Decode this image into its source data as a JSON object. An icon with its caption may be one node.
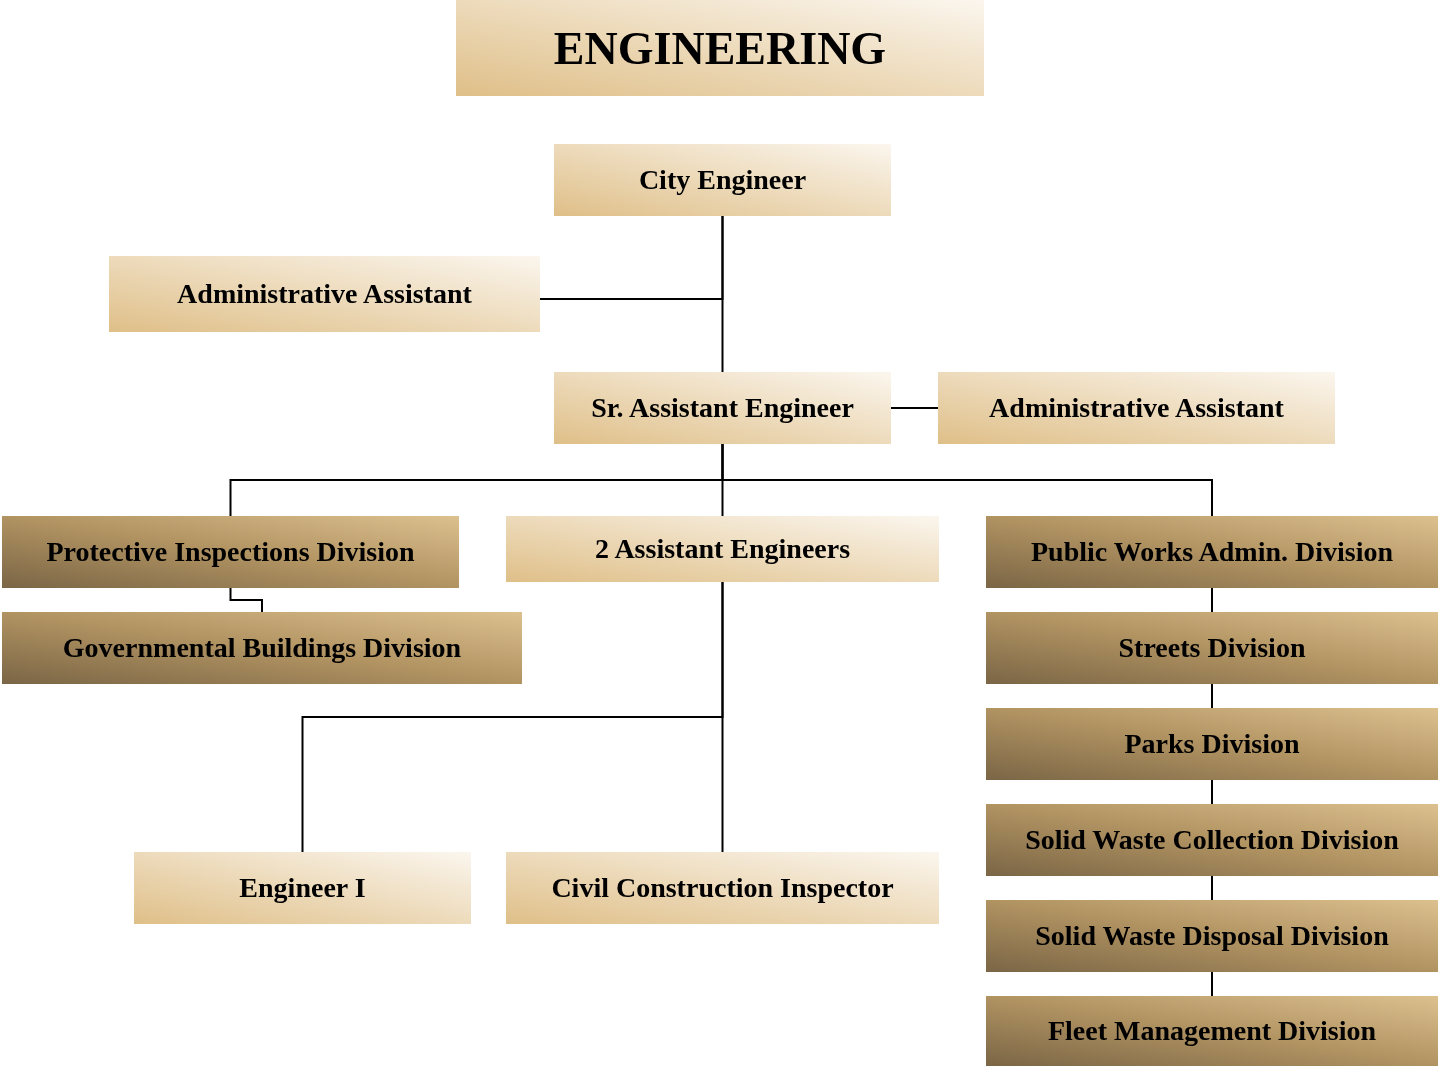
{
  "diagram": {
    "title": "ENGINEERING",
    "nodes": [
      {
        "text": [
          "City Engineer"
        ]
      },
      {
        "text": [
          "Administrative Assistant"
        ]
      },
      {
        "text": [
          "Sr. Assistant Engineer"
        ]
      },
      {
        "text": [
          "Administrative Assistant"
        ]
      },
      {
        "text": [
          "Protective Inspections Division"
        ]
      },
      {
        "text": [
          "2 Assistant Engineers"
        ]
      },
      {
        "text": [
          "Public Works Admin. Division"
        ]
      },
      {
        "text": [
          "Governmental Buildings Division"
        ]
      },
      {
        "text": [
          "Streets Division"
        ]
      },
      {
        "text": [
          "Parks Division"
        ]
      },
      {
        "text": [
          "Solid Waste Collection Division"
        ]
      },
      {
        "text": [
          "Solid Waste Disposal Division"
        ]
      },
      {
        "text": [
          "Fleet Management Division"
        ]
      },
      {
        "text": [
          "Engineer I"
        ]
      },
      {
        "text": [
          "Civil Construction Inspector"
        ]
      }
    ],
    "edges": [
      {
        "from": 0,
        "to": 2,
        "arrow": "none"
      },
      {
        "from": 0,
        "to": 1,
        "arrow": "none"
      },
      {
        "from": 2,
        "to": 3,
        "arrow": "none"
      },
      {
        "from": 2,
        "to": 4,
        "arrow": "none"
      },
      {
        "from": 2,
        "to": 5,
        "arrow": "none"
      },
      {
        "from": 2,
        "to": 6,
        "arrow": "none"
      },
      {
        "from": 4,
        "to": 7,
        "arrow": "none"
      },
      {
        "from": 6,
        "to": 8,
        "arrow": "none"
      },
      {
        "from": 8,
        "to": 9,
        "arrow": "none"
      },
      {
        "from": 9,
        "to": 10,
        "arrow": "none"
      },
      {
        "from": 10,
        "to": 11,
        "arrow": "none"
      },
      {
        "from": 11,
        "to": 12,
        "arrow": "none"
      },
      {
        "from": 5,
        "to": 13,
        "arrow": "none"
      },
      {
        "from": 5,
        "to": 14,
        "arrow": "none"
      }
    ]
  }
}
